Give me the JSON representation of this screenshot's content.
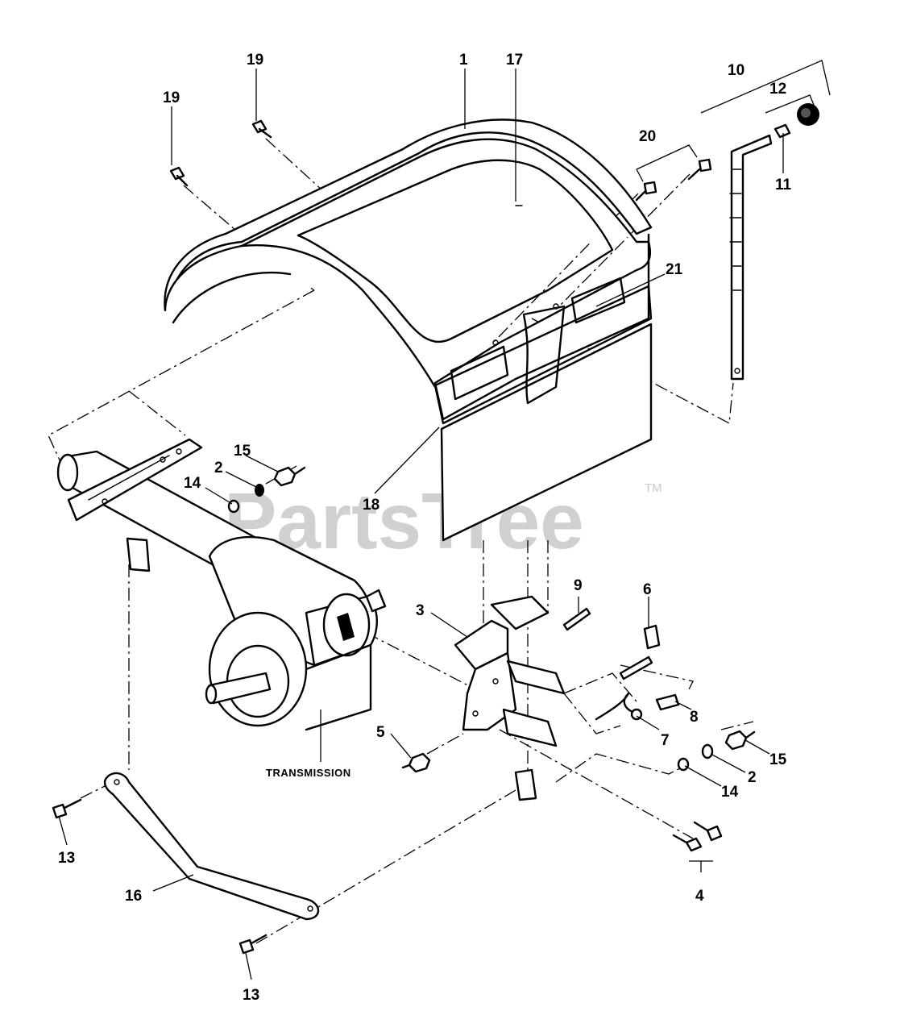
{
  "watermark": {
    "text": "PartsTree",
    "trademark": "TM"
  },
  "caption": "TRANSMISSION",
  "callouts": {
    "c1": "1",
    "c17": "17",
    "c19a": "19",
    "c19b": "19",
    "c10": "10",
    "c12": "12",
    "c11": "11",
    "c20": "20",
    "c21": "21",
    "c18": "18",
    "c15a": "15",
    "c2a": "2",
    "c14a": "14",
    "c3": "3",
    "c9": "9",
    "c6": "6",
    "c8": "8",
    "c7": "7",
    "c5": "5",
    "c15b": "15",
    "c2b": "2",
    "c14b": "14",
    "c13a": "13",
    "c16": "16",
    "c4": "4",
    "c13b": "13"
  }
}
